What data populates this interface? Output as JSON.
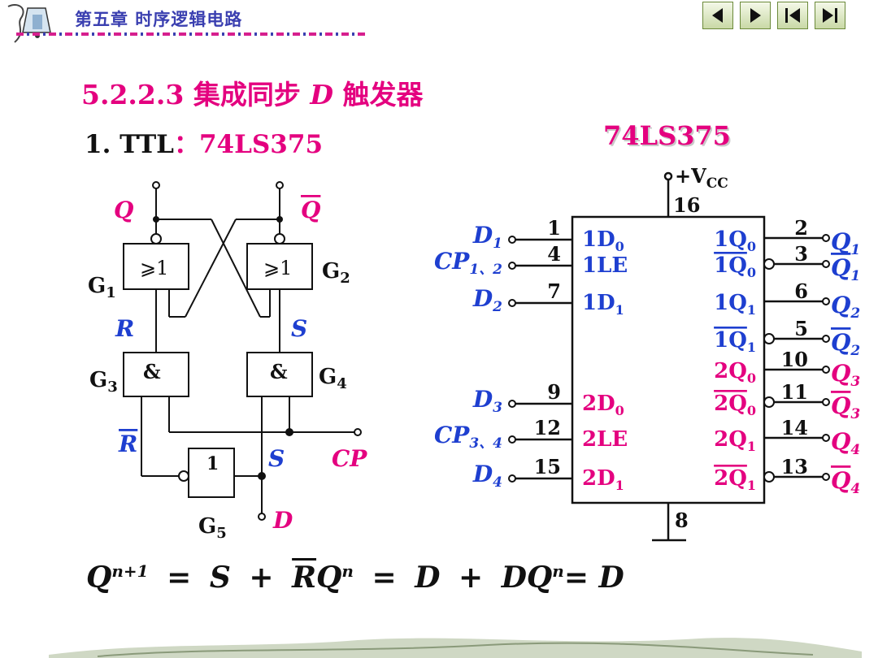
{
  "header": {
    "chapter_title": "第五章 时序逻辑电路",
    "nav": [
      {
        "name": "prev-arrow-icon"
      },
      {
        "name": "next-arrow-icon"
      },
      {
        "name": "first-page-icon"
      },
      {
        "name": "last-page-icon"
      }
    ]
  },
  "section": {
    "number": "5.2.2.3",
    "title_a": "集成同步",
    "title_d": "D",
    "title_b": "触发器"
  },
  "subtitle": {
    "prefix": "1. TTL",
    "chip": "：74LS375"
  },
  "latch_diagram": {
    "q": "Q",
    "q_bar": "Q",
    "gate_or_symbol": "⩾1",
    "gate_and_symbol": "&",
    "gate_not_symbol": "1",
    "g1": "G",
    "g1_sub": "1",
    "g2": "G",
    "g2_sub": "2",
    "g3": "G",
    "g3_sub": "3",
    "g4": "G",
    "g4_sub": "4",
    "g5": "G",
    "g5_sub": "5",
    "r": "R",
    "s": "S",
    "r_bar": "R",
    "s2": "S",
    "cp": "CP",
    "d": "D"
  },
  "chip_diagram": {
    "title": "74LS375",
    "vcc_prefix": "+V",
    "vcc_sub": "CC",
    "vcc_pin": "16",
    "gnd_pin": "8",
    "left_pins": [
      {
        "signal": "D",
        "sub": "1",
        "pin": "1",
        "label": "1D",
        "label_sub": "0"
      },
      {
        "signal": "CP",
        "sub": "1、2",
        "pin": "4",
        "label": "1LE",
        "label_sub": ""
      },
      {
        "signal": "D",
        "sub": "2",
        "pin": "7",
        "label": "1D",
        "label_sub": "1"
      },
      {
        "signal": "D",
        "sub": "3",
        "pin": "9",
        "label": "2D",
        "label_sub": "0"
      },
      {
        "signal": "CP",
        "sub": "3、4",
        "pin": "12",
        "label": "2LE",
        "label_sub": ""
      },
      {
        "signal": "D",
        "sub": "4",
        "pin": "15",
        "label": "2D",
        "label_sub": "1"
      }
    ],
    "right_pins": [
      {
        "label": "1Q",
        "label_sub": "0",
        "pin": "2",
        "signal": "Q",
        "sub": "1"
      },
      {
        "label": "1Q",
        "label_sub": "0",
        "pin": "3",
        "signal": "Q",
        "sub": "1"
      },
      {
        "label": "1Q",
        "label_sub": "1",
        "pin": "6",
        "signal": "Q",
        "sub": "2"
      },
      {
        "label": "1Q",
        "label_sub": "1",
        "pin": "5",
        "signal": "Q",
        "sub": "2"
      },
      {
        "label": "2Q",
        "label_sub": "0",
        "pin": "10",
        "signal": "Q",
        "sub": "3"
      },
      {
        "label": "2Q",
        "label_sub": "0",
        "pin": "11",
        "signal": "Q",
        "sub": "3"
      },
      {
        "label": "2Q",
        "label_sub": "1",
        "pin": "14",
        "signal": "Q",
        "sub": "4"
      },
      {
        "label": "2Q",
        "label_sub": "1",
        "pin": "13",
        "signal": "Q",
        "sub": "4"
      }
    ]
  },
  "equation": {
    "q": "Q",
    "q_sup": "n+1",
    "eq1": "=",
    "s": "S",
    "plus1": "+",
    "r_bar": "R",
    "q2": "Q",
    "q2_sup": "n",
    "eq2": "=",
    "d1": "D",
    "plus2": "+",
    "d2": "DQ",
    "d2_sup": "n",
    "eq3": "=",
    "d3": "D"
  },
  "colors": {
    "accent_pink": "#e4007f",
    "accent_blue": "#1e3fd0",
    "header_blue": "#3a3fb0"
  }
}
